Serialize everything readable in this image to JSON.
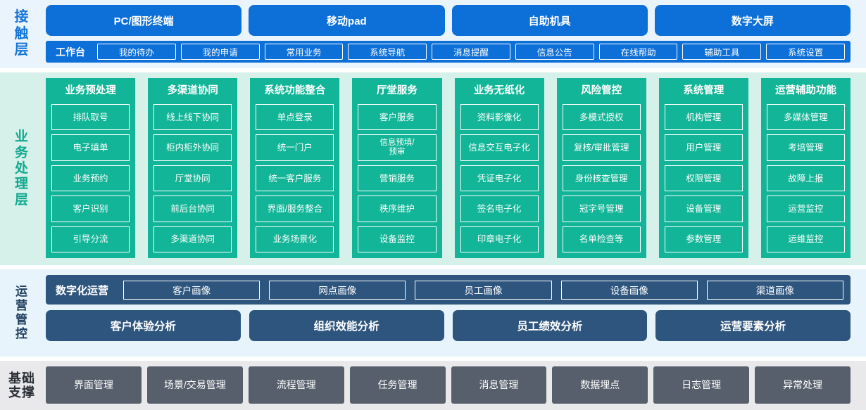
{
  "layers": {
    "contact": {
      "label_chars": [
        "接",
        "触",
        "层"
      ],
      "label": "接触层",
      "channels": [
        {
          "name": "channel-pc",
          "label": "PC/图形终端"
        },
        {
          "name": "channel-pad",
          "label": "移动pad"
        },
        {
          "name": "channel-kiosk",
          "label": "自助机具"
        },
        {
          "name": "channel-screen",
          "label": "数字大屏"
        }
      ],
      "workbench_title": "工作台",
      "workbench_items": [
        {
          "name": "wb-my-todo",
          "label": "我的待办"
        },
        {
          "name": "wb-my-application",
          "label": "我的申请"
        },
        {
          "name": "wb-common-business",
          "label": "常用业务"
        },
        {
          "name": "wb-system-nav",
          "label": "系统导航"
        },
        {
          "name": "wb-message-alert",
          "label": "消息提醒"
        },
        {
          "name": "wb-info-bulletin",
          "label": "信息公告"
        },
        {
          "name": "wb-online-help",
          "label": "在线帮助"
        },
        {
          "name": "wb-aux-tools",
          "label": "辅助工具"
        },
        {
          "name": "wb-system-settings",
          "label": "系统设置"
        }
      ]
    },
    "business": {
      "label_chars": [
        "业",
        "务",
        "处",
        "理",
        "层"
      ],
      "label": "业务处理层",
      "columns": [
        {
          "name": "col-business-preprocess",
          "title": "业务预处理",
          "items": [
            "排队取号",
            "电子填单",
            "业务预约",
            "客户识别",
            "引导分流"
          ]
        },
        {
          "name": "col-multichannel-collab",
          "title": "多渠道协同",
          "items": [
            "线上线下协同",
            "柜内柜外协同",
            "厅堂协同",
            "前后台协同",
            "多渠道协同"
          ]
        },
        {
          "name": "col-system-function-integration",
          "title": "系统功能整合",
          "items": [
            "单点登录",
            "统一门户",
            "统一客户服务",
            "界面/服务整合",
            "业务场景化"
          ]
        },
        {
          "name": "col-lobby-service",
          "title": "厅堂服务",
          "items": [
            "客户服务",
            "信息预填/\n预审",
            "营销服务",
            "秩序维护",
            "设备监控"
          ]
        },
        {
          "name": "col-paperless-business",
          "title": "业务无纸化",
          "items": [
            "资料影像化",
            "信息交互电子化",
            "凭证电子化",
            "签名电子化",
            "印章电子化"
          ]
        },
        {
          "name": "col-risk-control",
          "title": "风险管控",
          "items": [
            "多模式授权",
            "复核/审批管理",
            "身份核查管理",
            "冠字号管理",
            "名单检查等"
          ]
        },
        {
          "name": "col-system-management",
          "title": "系统管理",
          "items": [
            "机构管理",
            "用户管理",
            "权限管理",
            "设备管理",
            "参数管理"
          ]
        },
        {
          "name": "col-operation-aux",
          "title": "运营辅助功能",
          "items": [
            "多媒体管理",
            "考培管理",
            "故障上报",
            "运营监控",
            "运维监控"
          ]
        }
      ]
    },
    "operations": {
      "label_chars": [
        "运",
        "营",
        "管",
        "控"
      ],
      "label": "运营管控",
      "digital_ops_title": "数字化运营",
      "portraits": [
        {
          "name": "portrait-customer",
          "label": "客户画像"
        },
        {
          "name": "portrait-branch",
          "label": "网点画像"
        },
        {
          "name": "portrait-staff",
          "label": "员工画像"
        },
        {
          "name": "portrait-device",
          "label": "设备画像"
        },
        {
          "name": "portrait-channel",
          "label": "渠道画像"
        }
      ],
      "analyses": [
        {
          "name": "analysis-customer-experience",
          "label": "客户体验分析"
        },
        {
          "name": "analysis-org-efficiency",
          "label": "组织效能分析"
        },
        {
          "name": "analysis-staff-performance",
          "label": "员工绩效分析"
        },
        {
          "name": "analysis-operation-elements",
          "label": "运营要素分析"
        }
      ]
    },
    "base": {
      "label_lines": [
        "基础",
        "支撑"
      ],
      "label": "基础支撑",
      "items": [
        {
          "name": "base-ui-management",
          "label": "界面管理"
        },
        {
          "name": "base-scenario-transaction",
          "label": "场景/交易管理"
        },
        {
          "name": "base-process-management",
          "label": "流程管理"
        },
        {
          "name": "base-task-management",
          "label": "任务管理"
        },
        {
          "name": "base-message-management",
          "label": "消息管理"
        },
        {
          "name": "base-data-tracking",
          "label": "数据埋点"
        },
        {
          "name": "base-log-management",
          "label": "日志管理"
        },
        {
          "name": "base-exception-handling",
          "label": "异常处理"
        }
      ]
    }
  },
  "colors": {
    "contact_bg": "#eaf4fd",
    "contact_accent": "#0d6fd8",
    "business_bg": "#d6f0ea",
    "business_accent": "#12b597",
    "ops_bg": "#e7f4fc",
    "ops_accent": "#2e557d",
    "base_bg": "#e9e9eb",
    "base_accent": "#565f6b"
  }
}
